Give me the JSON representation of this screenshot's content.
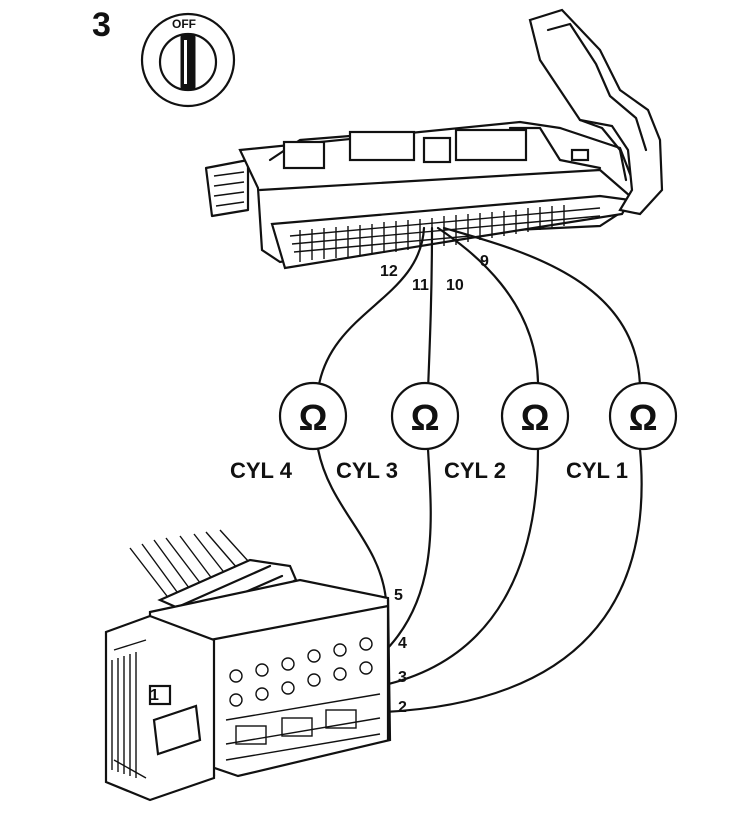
{
  "step_number": "3",
  "ignition": {
    "position_label": "OFF"
  },
  "meter_symbol": "Ω",
  "ecu_pins": [
    "12",
    "11",
    "10",
    "9"
  ],
  "cylinders": [
    "CYL 4",
    "CYL 3",
    "CYL 2",
    "CYL 1"
  ],
  "injector_pins": [
    "5",
    "4",
    "3",
    "2",
    "1"
  ]
}
